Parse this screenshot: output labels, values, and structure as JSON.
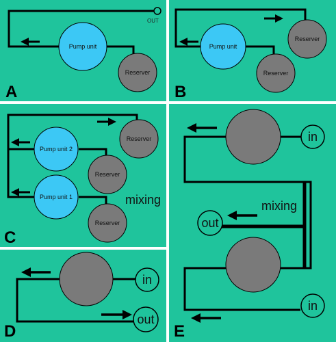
{
  "colors": {
    "background": "#1fc49c",
    "pump": "#3cc8f5",
    "reserver": "#7a7a7a",
    "border": "#ffffff",
    "line": "#000000"
  },
  "panels": {
    "a": {
      "letter": "A",
      "pump_label": "Pump unit",
      "reserver_label": "Reserver",
      "out_label": "OUT"
    },
    "b": {
      "letter": "B",
      "pump_label": "Pump unit",
      "reserver_top_label": "Reserver",
      "reserver_bottom_label": "Reserver"
    },
    "c": {
      "letter": "C",
      "pump2_label": "Pump unit 2",
      "pump1_label": "Pump unit 1",
      "reserver_top_label": "Reserver",
      "reserver_mid_label": "Reserver",
      "reserver_bottom_label": "Reserver",
      "mixing_label": "mixing"
    },
    "d": {
      "letter": "D",
      "in_label": "in",
      "out_label": "out"
    },
    "e": {
      "letter": "E",
      "in_top_label": "in",
      "out_label": "out",
      "mixing_label": "mixing",
      "in_bottom_label": "in"
    }
  }
}
